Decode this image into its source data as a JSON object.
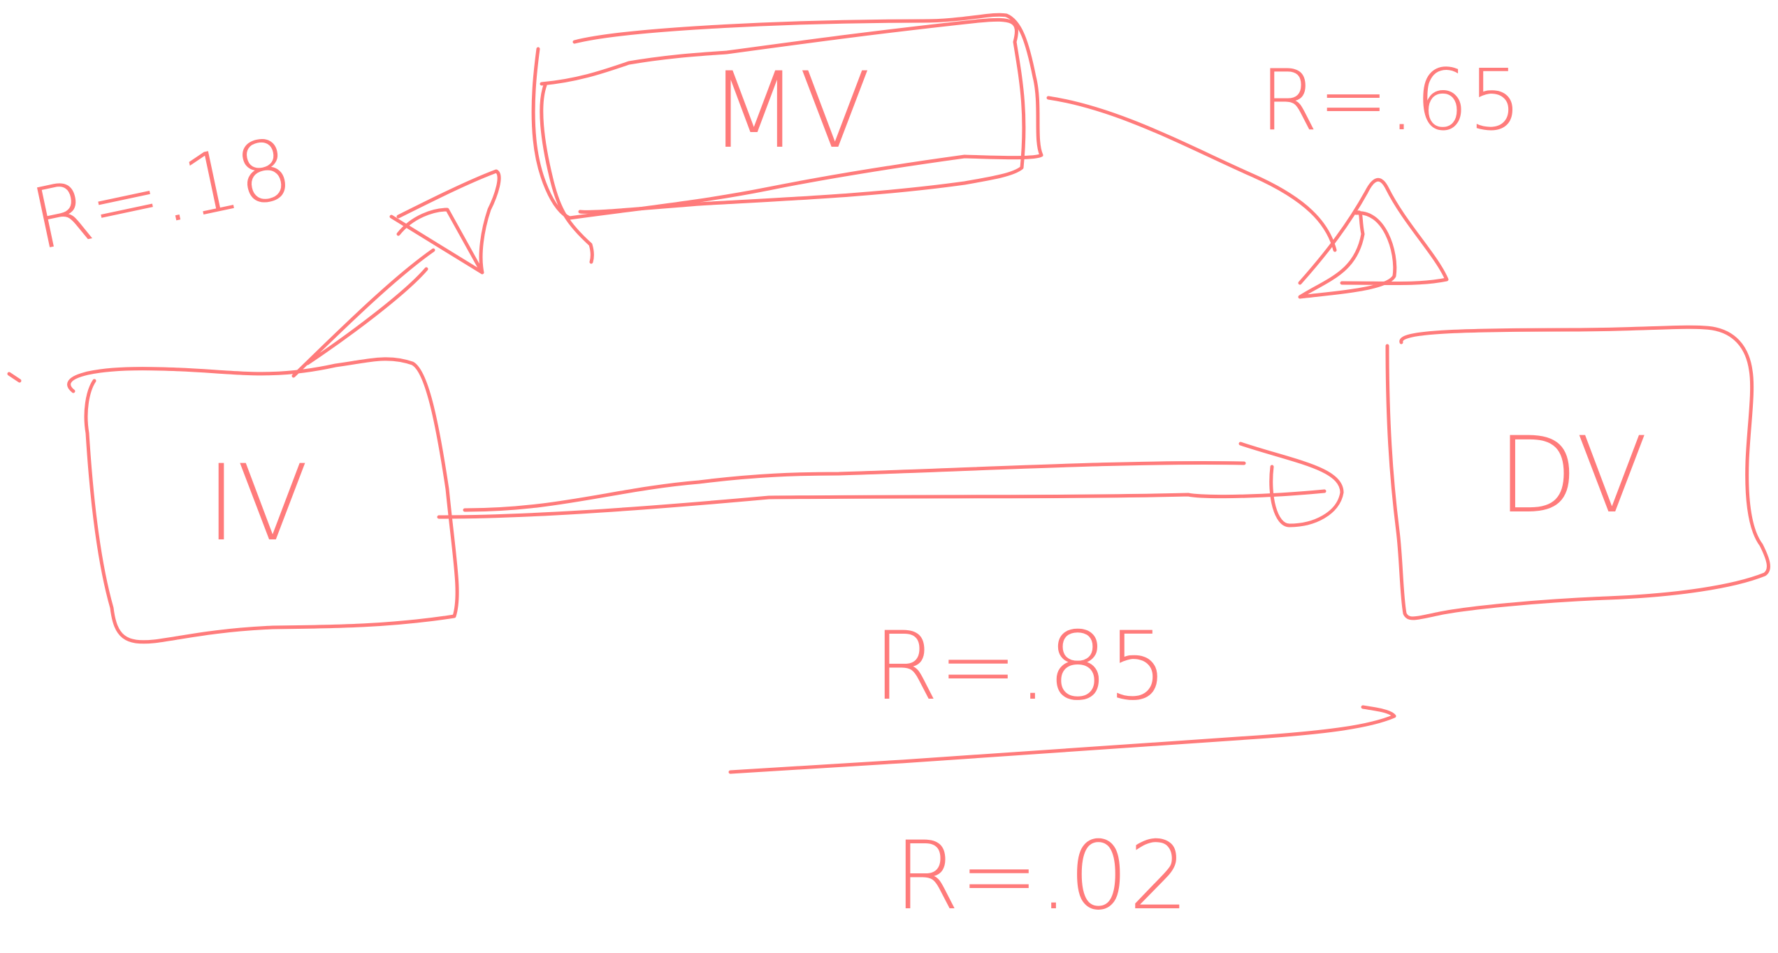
{
  "ink_color": "#ff7b7b",
  "nodes": {
    "iv": {
      "label": "IV"
    },
    "mv": {
      "label": "MV"
    },
    "dv": {
      "label": "DV"
    }
  },
  "edges": {
    "iv_to_mv": {
      "label": "R=.18"
    },
    "mv_to_dv": {
      "label": "R=.65"
    },
    "iv_to_dv": {
      "total_label": "R=.85",
      "direct_label": "R=.02"
    }
  }
}
